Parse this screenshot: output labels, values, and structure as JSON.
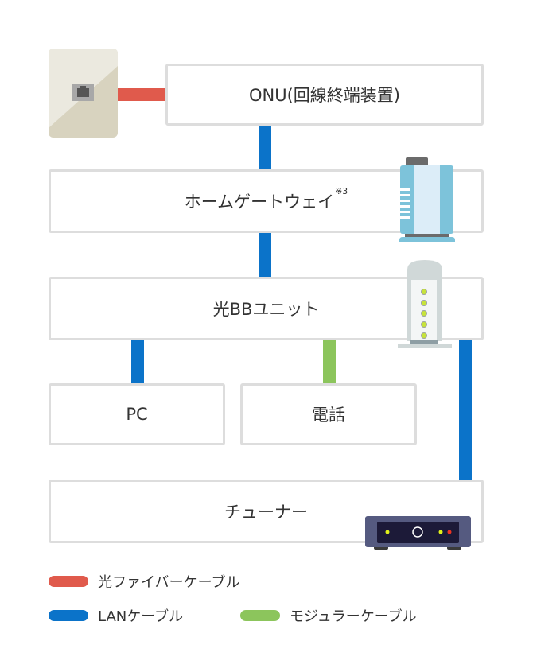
{
  "nodes": {
    "onu": {
      "label": "ONU(回線終端装置)"
    },
    "home_gateway": {
      "label": "ホームゲートウェイ",
      "note": "※3"
    },
    "hikari_bb_unit": {
      "label": "光BBユニット"
    },
    "pc": {
      "label": "PC"
    },
    "phone": {
      "label": "電話"
    },
    "tuner": {
      "label": "チューナー"
    }
  },
  "colors": {
    "fiber": "#e05a4c",
    "lan": "#0b73c9",
    "modular": "#8cc55c",
    "box_border": "#dddddd"
  },
  "legend": [
    {
      "label": "光ファイバーケーブル",
      "color": "#e05a4c"
    },
    {
      "label": "LANケーブル",
      "color": "#0b73c9"
    },
    {
      "label": "モジュラーケーブル",
      "color": "#8cc55c"
    }
  ],
  "connections": [
    {
      "from": "wall-outlet",
      "to": "onu",
      "type": "fiber"
    },
    {
      "from": "onu",
      "to": "home_gateway",
      "type": "lan"
    },
    {
      "from": "home_gateway",
      "to": "hikari_bb_unit",
      "type": "lan"
    },
    {
      "from": "hikari_bb_unit",
      "to": "pc",
      "type": "lan"
    },
    {
      "from": "hikari_bb_unit",
      "to": "phone",
      "type": "modular"
    },
    {
      "from": "hikari_bb_unit",
      "to": "tuner",
      "type": "lan"
    }
  ]
}
